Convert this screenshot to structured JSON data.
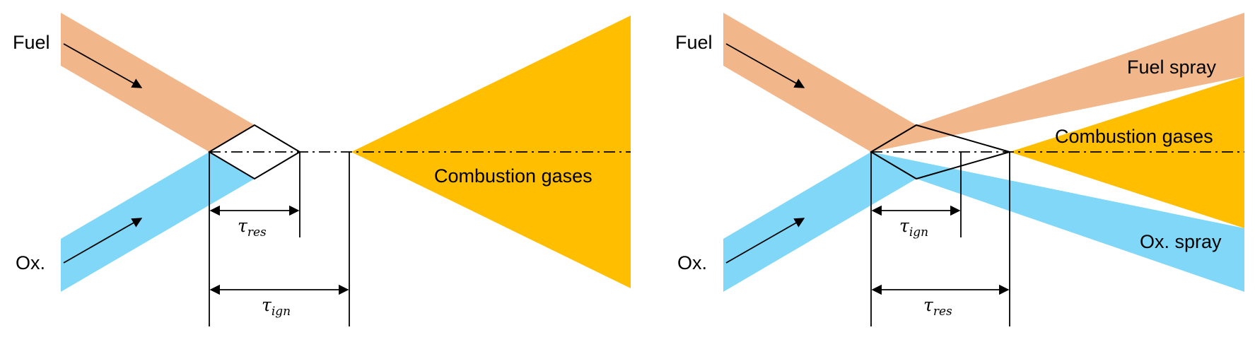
{
  "colors": {
    "fuel": "#F2B68B",
    "oxidizer": "#80D7F7",
    "combustion": "#FFBE00",
    "stroke": "#000000"
  },
  "left": {
    "fuel_label": "Fuel",
    "ox_label": "Ox.",
    "combustion_label": "Combustion gases",
    "tau_res": {
      "symbol": "τ",
      "sub": "res"
    },
    "tau_ign": {
      "symbol": "τ",
      "sub": "ign"
    }
  },
  "right": {
    "fuel_label": "Fuel",
    "ox_label": "Ox.",
    "fuel_spray_label": "Fuel spray",
    "combustion_label": "Combustion gases",
    "ox_spray_label": "Ox. spray",
    "tau_ign": {
      "symbol": "τ",
      "sub": "ign"
    },
    "tau_res": {
      "symbol": "τ",
      "sub": "res"
    }
  }
}
